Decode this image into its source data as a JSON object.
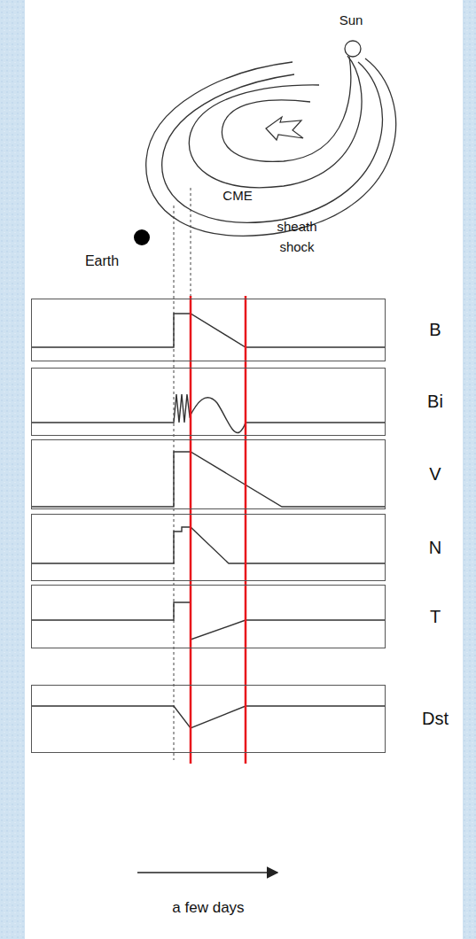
{
  "diagram": {
    "nodes": [
      {
        "text": [
          "B"
        ]
      },
      {
        "text": [
          "Bi"
        ]
      },
      {
        "text": [
          "V"
        ]
      },
      {
        "text": [
          "N"
        ]
      },
      {
        "text": [
          "T"
        ]
      },
      {
        "text": [
          "Dst"
        ]
      }
    ],
    "labels": [
      "Sun",
      "CME",
      "sheath",
      "shock",
      "Earth",
      "a few days"
    ]
  }
}
